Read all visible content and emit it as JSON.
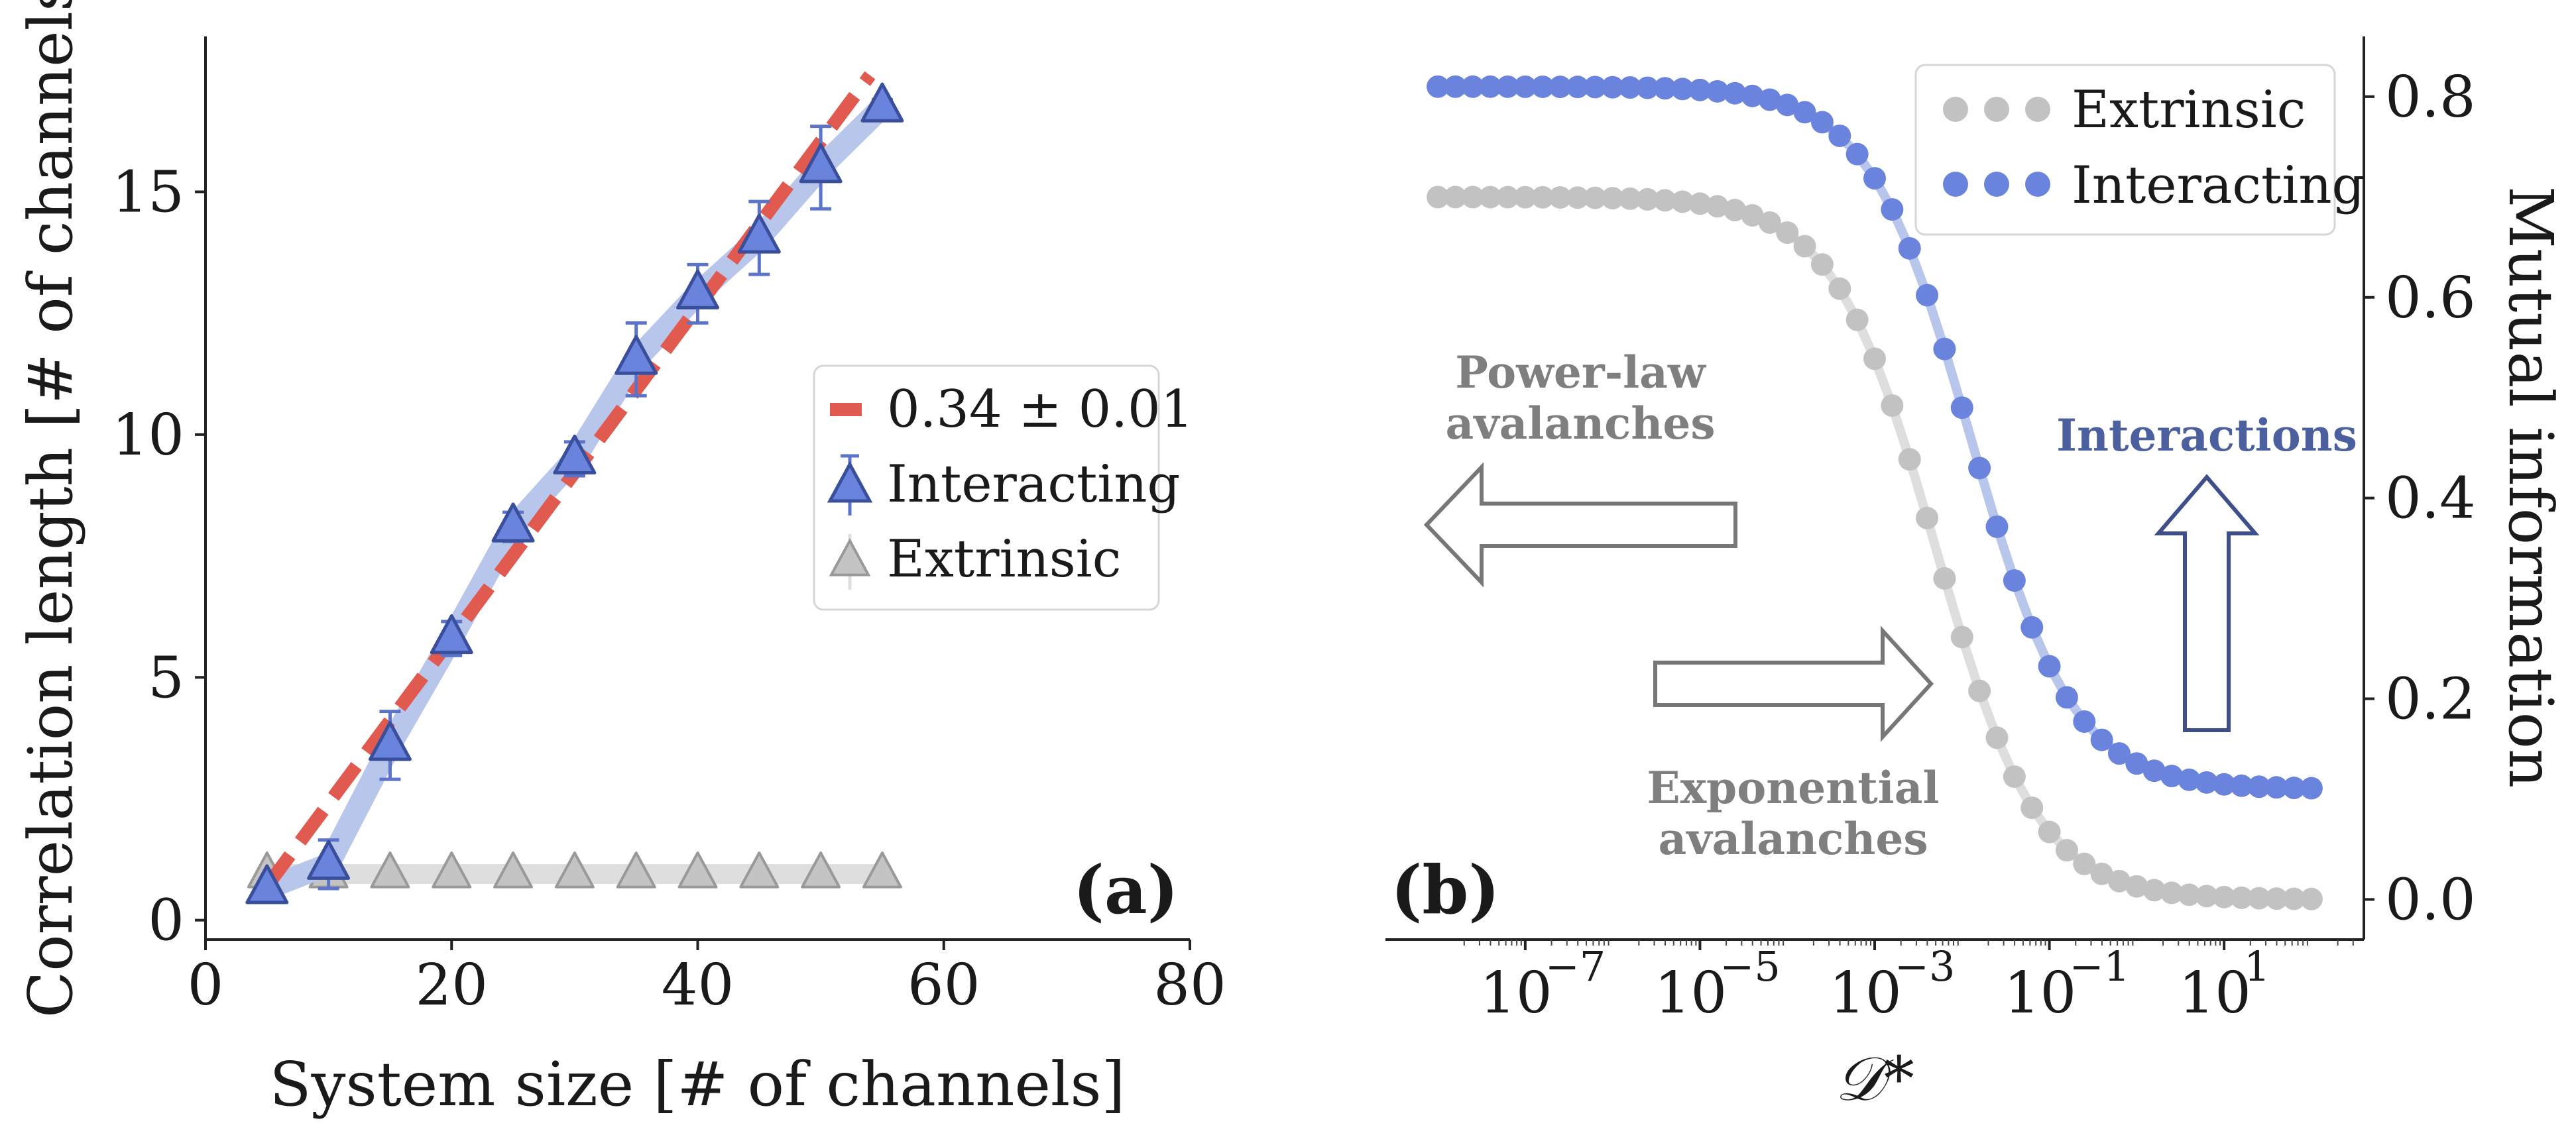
{
  "colors": {
    "interacting": "#5b73c9",
    "interacting_fill": "#6a83dc",
    "interacting_line": "#b9c6ec",
    "extrinsic": "#b3b3b3",
    "extrinsic_line": "#dedede",
    "fit": "#e05a4f",
    "arrow_gray": "#777777",
    "arrow_blue": "#3e4f8a",
    "annot_gray": "#7f7f7f",
    "annot_blue": "#4c5f9e"
  },
  "chart_data": [
    {
      "id": "a",
      "type": "scatter",
      "panel_label": "(a)",
      "xlabel": "System size [# of channels]",
      "ylabel": "Correlation length [# of channels]",
      "xlim": [
        0,
        80
      ],
      "ylim": [
        -0.4,
        18.2
      ],
      "xticks": [
        0,
        20,
        40,
        60,
        80
      ],
      "xtick_labels": [
        "0",
        "20",
        "40",
        "60",
        "80"
      ],
      "yticks": [
        0,
        5,
        10,
        15
      ],
      "ytick_labels": [
        "0",
        "5",
        "10",
        "15"
      ],
      "grid": false,
      "legend_position": "center-right",
      "series": [
        {
          "key": "interacting",
          "name": "Interacting",
          "marker": "triangle",
          "x": [
            5,
            10,
            15,
            20,
            25,
            30,
            35,
            40,
            45,
            50,
            55
          ],
          "y": [
            0.65,
            1.15,
            3.6,
            5.8,
            8.1,
            9.5,
            11.55,
            12.9,
            14.05,
            15.5,
            16.75
          ],
          "yerr": [
            0.08,
            0.5,
            0.7,
            0.35,
            0.3,
            0.35,
            0.75,
            0.6,
            0.75,
            0.85,
            0.15
          ]
        },
        {
          "key": "extrinsic",
          "name": "Extrinsic",
          "marker": "triangle",
          "x": [
            5,
            10,
            15,
            20,
            25,
            30,
            35,
            40,
            45,
            50,
            55
          ],
          "y": [
            0.95,
            0.95,
            0.95,
            0.95,
            0.95,
            0.95,
            0.95,
            0.95,
            0.95,
            0.95,
            0.95
          ],
          "yerr": [
            0.15,
            0.15,
            0.15,
            0.15,
            0.15,
            0.15,
            0.15,
            0.15,
            0.15,
            0.15,
            0.15
          ]
        }
      ],
      "fit": {
        "name": "0.34 ± 0.01",
        "x": [
          5,
          54
        ],
        "y": [
          0.7,
          17.4
        ]
      }
    },
    {
      "id": "b",
      "type": "scatter",
      "panel_label": "(b)",
      "xlabel": "𝒟*",
      "ylabel": "Mutual information",
      "xscale": "log",
      "xlim_log10": [
        -8.6,
        2.6
      ],
      "ylim": [
        -0.04,
        0.86
      ],
      "xticks_log10": [
        -7,
        -5,
        -3,
        -1,
        1
      ],
      "xtick_labels": [
        "10",
        "10",
        "10",
        "10",
        "10"
      ],
      "xtick_exponents": [
        "−7",
        "−5",
        "−3",
        "−1",
        "1"
      ],
      "yticks": [
        0.0,
        0.2,
        0.4,
        0.6,
        0.8
      ],
      "ytick_labels": [
        "0.0",
        "0.2",
        "0.4",
        "0.6",
        "0.8"
      ],
      "grid": false,
      "legend_position": "upper-right",
      "series": [
        {
          "key": "interacting",
          "name": "Interacting",
          "curve": {
            "log10_x_start": -8.0,
            "log10_x_end": 2.0,
            "points": 51,
            "y_low": 0.11,
            "y_high": 0.81,
            "log10_x_mid": -1.9,
            "width": 0.58
          }
        },
        {
          "key": "extrinsic",
          "name": "Extrinsic",
          "curve": {
            "log10_x_start": -8.0,
            "log10_x_end": 2.0,
            "points": 51,
            "y_low": 0.0,
            "y_high": 0.7,
            "log10_x_mid": -2.3,
            "width": 0.58
          }
        }
      ],
      "annotations": {
        "power_law": [
          "Power-law",
          "avalanches"
        ],
        "exponential": [
          "Exponential",
          "avalanches"
        ],
        "interactions": "Interactions"
      }
    }
  ]
}
